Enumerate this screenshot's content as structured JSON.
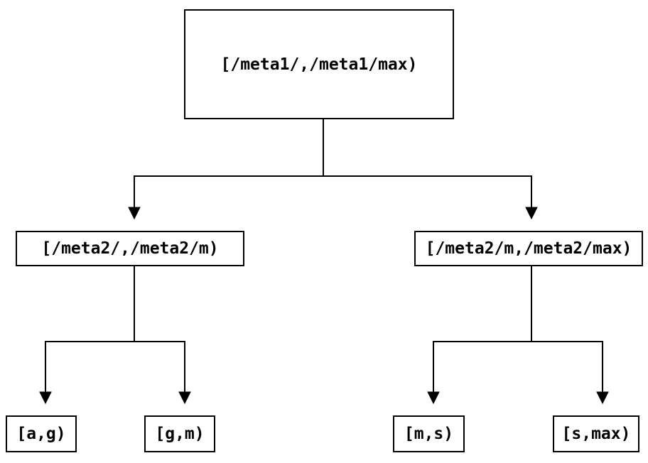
{
  "diagram": {
    "type": "tree",
    "colors": {
      "background": "#ffffff",
      "line": "#000000",
      "text": "#000000"
    },
    "nodes": {
      "root": {
        "label": "[/meta1/,/meta1/max)"
      },
      "meta2_left": {
        "label": "[/meta2/,/meta2/m)"
      },
      "meta2_right": {
        "label": "[/meta2/m,/meta2/max)"
      },
      "leaf_a_g": {
        "label": "[a,g)"
      },
      "leaf_g_m": {
        "label": "[g,m)"
      },
      "leaf_m_s": {
        "label": "[m,s)"
      },
      "leaf_s_max": {
        "label": "[s,max)"
      }
    },
    "edges": [
      {
        "from": "root",
        "to": "meta2_left"
      },
      {
        "from": "root",
        "to": "meta2_right"
      },
      {
        "from": "meta2_left",
        "to": "leaf_a_g"
      },
      {
        "from": "meta2_left",
        "to": "leaf_g_m"
      },
      {
        "from": "meta2_right",
        "to": "leaf_m_s"
      },
      {
        "from": "meta2_right",
        "to": "leaf_s_max"
      }
    ]
  }
}
